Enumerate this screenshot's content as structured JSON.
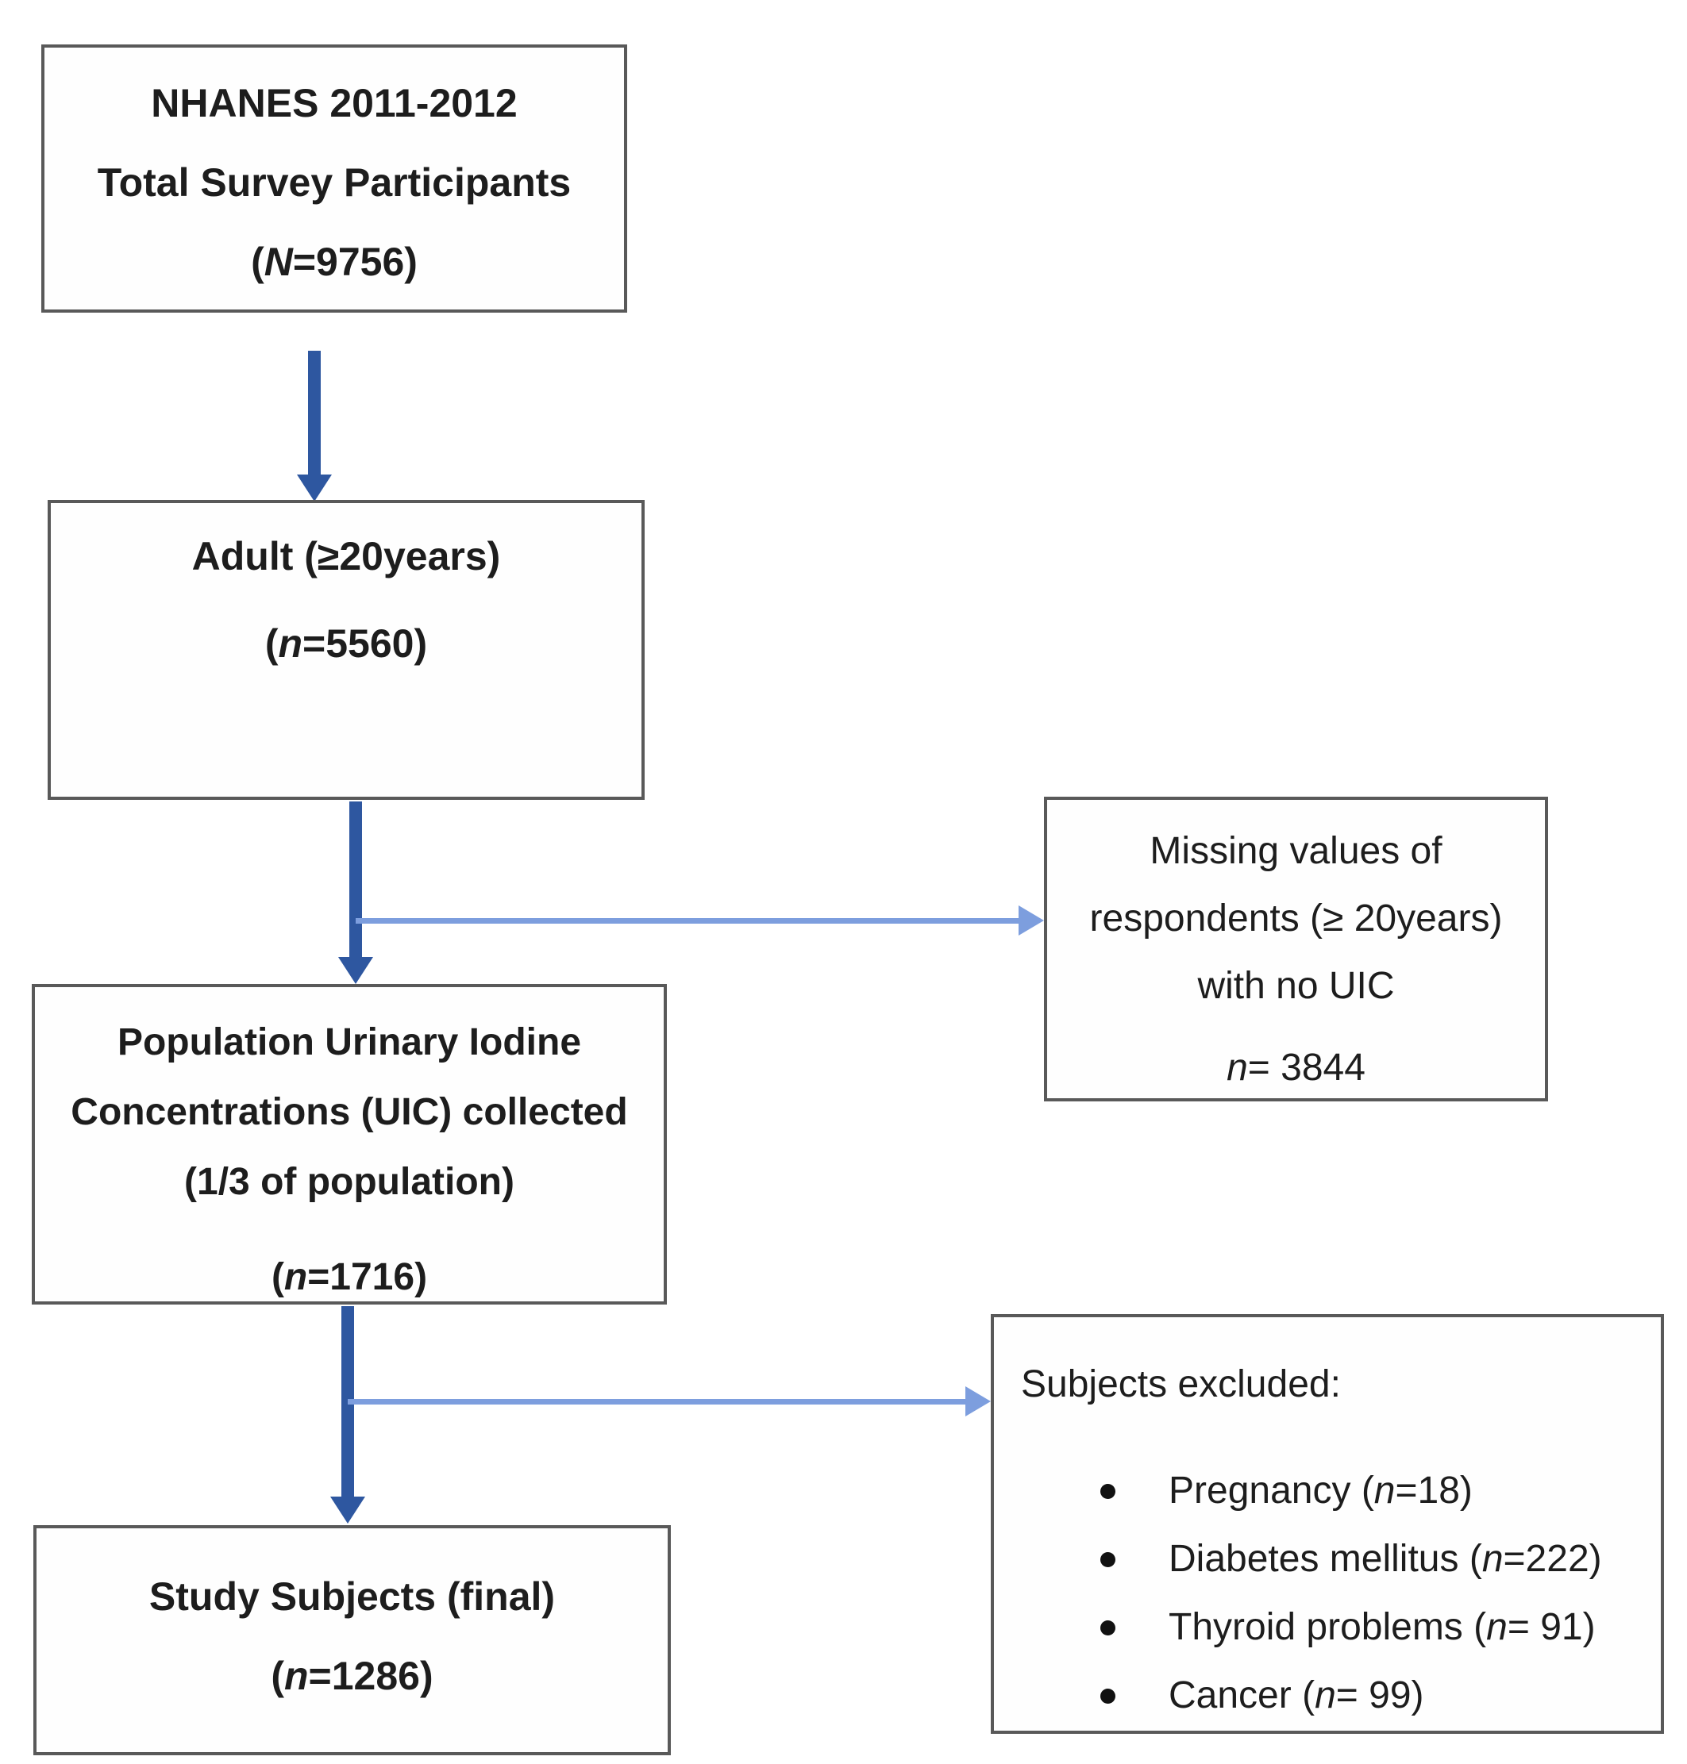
{
  "colors": {
    "background": "#ffffff",
    "box_border": "#595959",
    "text": "#1d1d1d",
    "arrow_thick_blue": "#2e57a0",
    "arrow_thin_blue": "#7d9ede",
    "bullet": "#111111"
  },
  "boxes": {
    "total": {
      "lines": [
        "NHANES 2011-2012",
        "Total Survey Participants"
      ],
      "count": {
        "prefix": "(",
        "var": "N",
        "suffix": "=9756)"
      }
    },
    "adult": {
      "lines": [
        "Adult (≥20years)"
      ],
      "count": {
        "prefix": "(",
        "var": "n",
        "suffix": "=5560)"
      }
    },
    "uic": {
      "lines": [
        "Population Urinary Iodine",
        "Concentrations (UIC) collected",
        "(1/3 of population)"
      ],
      "count": {
        "prefix": "(",
        "var": "n",
        "suffix": "=1716)"
      }
    },
    "final": {
      "lines": [
        "Study Subjects (final)"
      ],
      "count": {
        "prefix": "(",
        "var": "n",
        "suffix": "=1286)"
      }
    },
    "missing": {
      "lines": [
        "Missing values of",
        "respondents (≥ 20years)",
        "with no UIC"
      ],
      "count": {
        "prefix": "",
        "var": "n",
        "suffix": "= 3844"
      }
    },
    "excluded": {
      "header": "Subjects excluded:",
      "items": [
        {
          "prefix": "Pregnancy (",
          "var": "n",
          "suffix": "=18)"
        },
        {
          "prefix": "Diabetes mellitus (",
          "var": "n",
          "suffix": "=222)"
        },
        {
          "prefix": "Thyroid problems (",
          "var": "n",
          "suffix": "= 91)"
        },
        {
          "prefix": "Cancer (",
          "var": "n",
          "suffix": "= 99)"
        }
      ]
    }
  }
}
